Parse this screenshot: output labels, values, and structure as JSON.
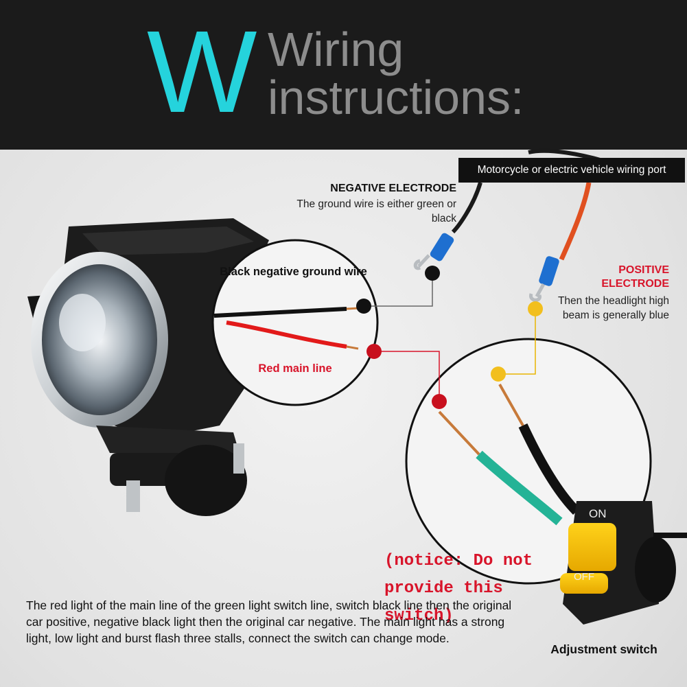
{
  "header": {
    "big_letter": "W",
    "title_line1": "Wiring",
    "title_line2": "instructions:"
  },
  "port_label": "Motorcycle or electric vehicle wiring port",
  "negative": {
    "heading": "NEGATIVE ELECTRODE",
    "text": "The ground wire is either green or black"
  },
  "positive": {
    "heading": "POSITIVE ELECTRODE",
    "text": "Then the headlight high beam is generally blue"
  },
  "black_wire_label": "Black negative ground wire",
  "red_wire_label": "Red main line",
  "notice": "(notice: Do not provide this switch)",
  "switch": {
    "on_label": "ON",
    "off_label": "OFF",
    "caption": "Adjustment switch"
  },
  "description": "The red light of the main line of the green light switch line, switch black line then the original car positive, negative black light then the original car negative. The main light has a strong light, low light and burst flash three stalls, connect the switch can change mode.",
  "colors": {
    "accent_cyan": "#25d3dc",
    "positive_red": "#d8142a",
    "header_bg": "#1b1b1b"
  }
}
